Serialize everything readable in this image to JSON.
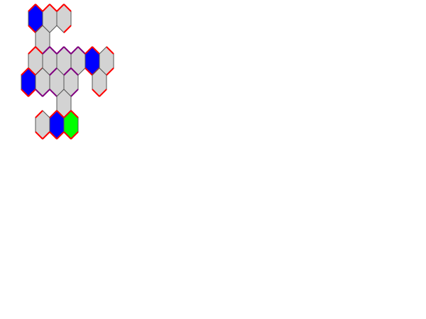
{
  "colors": {
    "background": "#ffffff",
    "outline": "#555555",
    "empty": "#d3d3d3",
    "blue": "#0000ff",
    "green": "#00ff00",
    "edge_red": "#ff0000",
    "edge_purple": "#800080"
  },
  "board": {
    "cells": [
      {
        "id": "c1",
        "col": 0,
        "row": 0,
        "state": "blue",
        "edges": {
          "nw": "red",
          "sw": "red",
          "ne": "red",
          "se": "red"
        }
      },
      {
        "id": "c2",
        "col": 1,
        "row": 0,
        "state": "empty",
        "edges": {
          "nw": "red",
          "ne": "red"
        }
      },
      {
        "id": "c3",
        "col": 2,
        "row": 0,
        "state": "empty",
        "edges": {
          "nw": "red",
          "ne": "red",
          "se": "red"
        }
      },
      {
        "id": "c4",
        "col": 1,
        "row": 1,
        "state": "empty",
        "edges": {}
      },
      {
        "id": "c5",
        "col": 0,
        "row": 2,
        "state": "empty",
        "edges": {
          "nw": "red",
          "ne": "red",
          "se": "red"
        }
      },
      {
        "id": "c6",
        "col": 1,
        "row": 2,
        "state": "empty",
        "edges": {
          "nw": "purple",
          "ne": "purple"
        }
      },
      {
        "id": "c7",
        "col": 2,
        "row": 2,
        "state": "empty",
        "edges": {
          "nw": "purple",
          "ne": "purple"
        }
      },
      {
        "id": "c8",
        "col": 3,
        "row": 2,
        "state": "empty",
        "edges": {
          "nw": "purple",
          "ne": "purple"
        }
      },
      {
        "id": "c9",
        "col": 4,
        "row": 2,
        "state": "blue",
        "edges": {
          "nw": "red",
          "sw": "red",
          "ne": "red",
          "se": "red"
        }
      },
      {
        "id": "c10",
        "col": 5,
        "row": 2,
        "state": "empty",
        "edges": {
          "ne": "red",
          "se": "red"
        }
      },
      {
        "id": "c11",
        "col": 0,
        "row": 3,
        "state": "blue",
        "edges": {
          "nw": "red",
          "sw": "red",
          "ne": "red",
          "se": "red"
        }
      },
      {
        "id": "c12",
        "col": 1,
        "row": 3,
        "state": "empty",
        "edges": {
          "sw": "purple",
          "se": "purple"
        }
      },
      {
        "id": "c13",
        "col": 2,
        "row": 3,
        "state": "empty",
        "edges": {
          "nw": "purple",
          "sw": "purple"
        }
      },
      {
        "id": "c14",
        "col": 3,
        "row": 3,
        "state": "empty",
        "edges": {
          "nw": "purple",
          "ne": "purple",
          "se": "purple"
        }
      },
      {
        "id": "c15",
        "col": 5,
        "row": 3,
        "state": "empty",
        "edges": {
          "sw": "red",
          "se": "red"
        }
      },
      {
        "id": "c16",
        "col": 2,
        "row": 4,
        "state": "empty",
        "edges": {}
      },
      {
        "id": "c17",
        "col": 1,
        "row": 5,
        "state": "empty",
        "edges": {
          "nw": "red",
          "sw": "red",
          "se": "red"
        }
      },
      {
        "id": "c18",
        "col": 2,
        "row": 5,
        "state": "blue",
        "edges": {
          "nw": "red",
          "sw": "red",
          "ne": "red",
          "se": "red"
        }
      },
      {
        "id": "c19",
        "col": 3,
        "row": 5,
        "state": "green",
        "edges": {
          "nw": "red",
          "sw": "red",
          "ne": "red",
          "se": "red"
        }
      }
    ]
  }
}
